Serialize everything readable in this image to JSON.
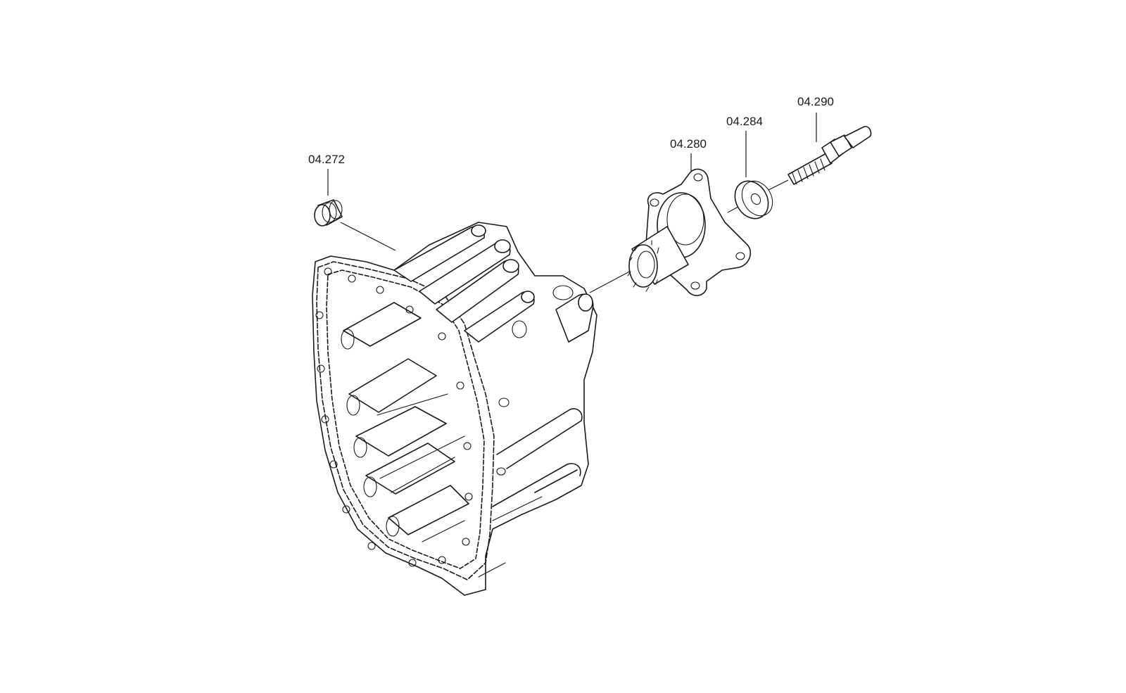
{
  "labels": {
    "plug": "04.272",
    "flange": "04.280",
    "washer": "04.284",
    "stud": "04.290"
  }
}
